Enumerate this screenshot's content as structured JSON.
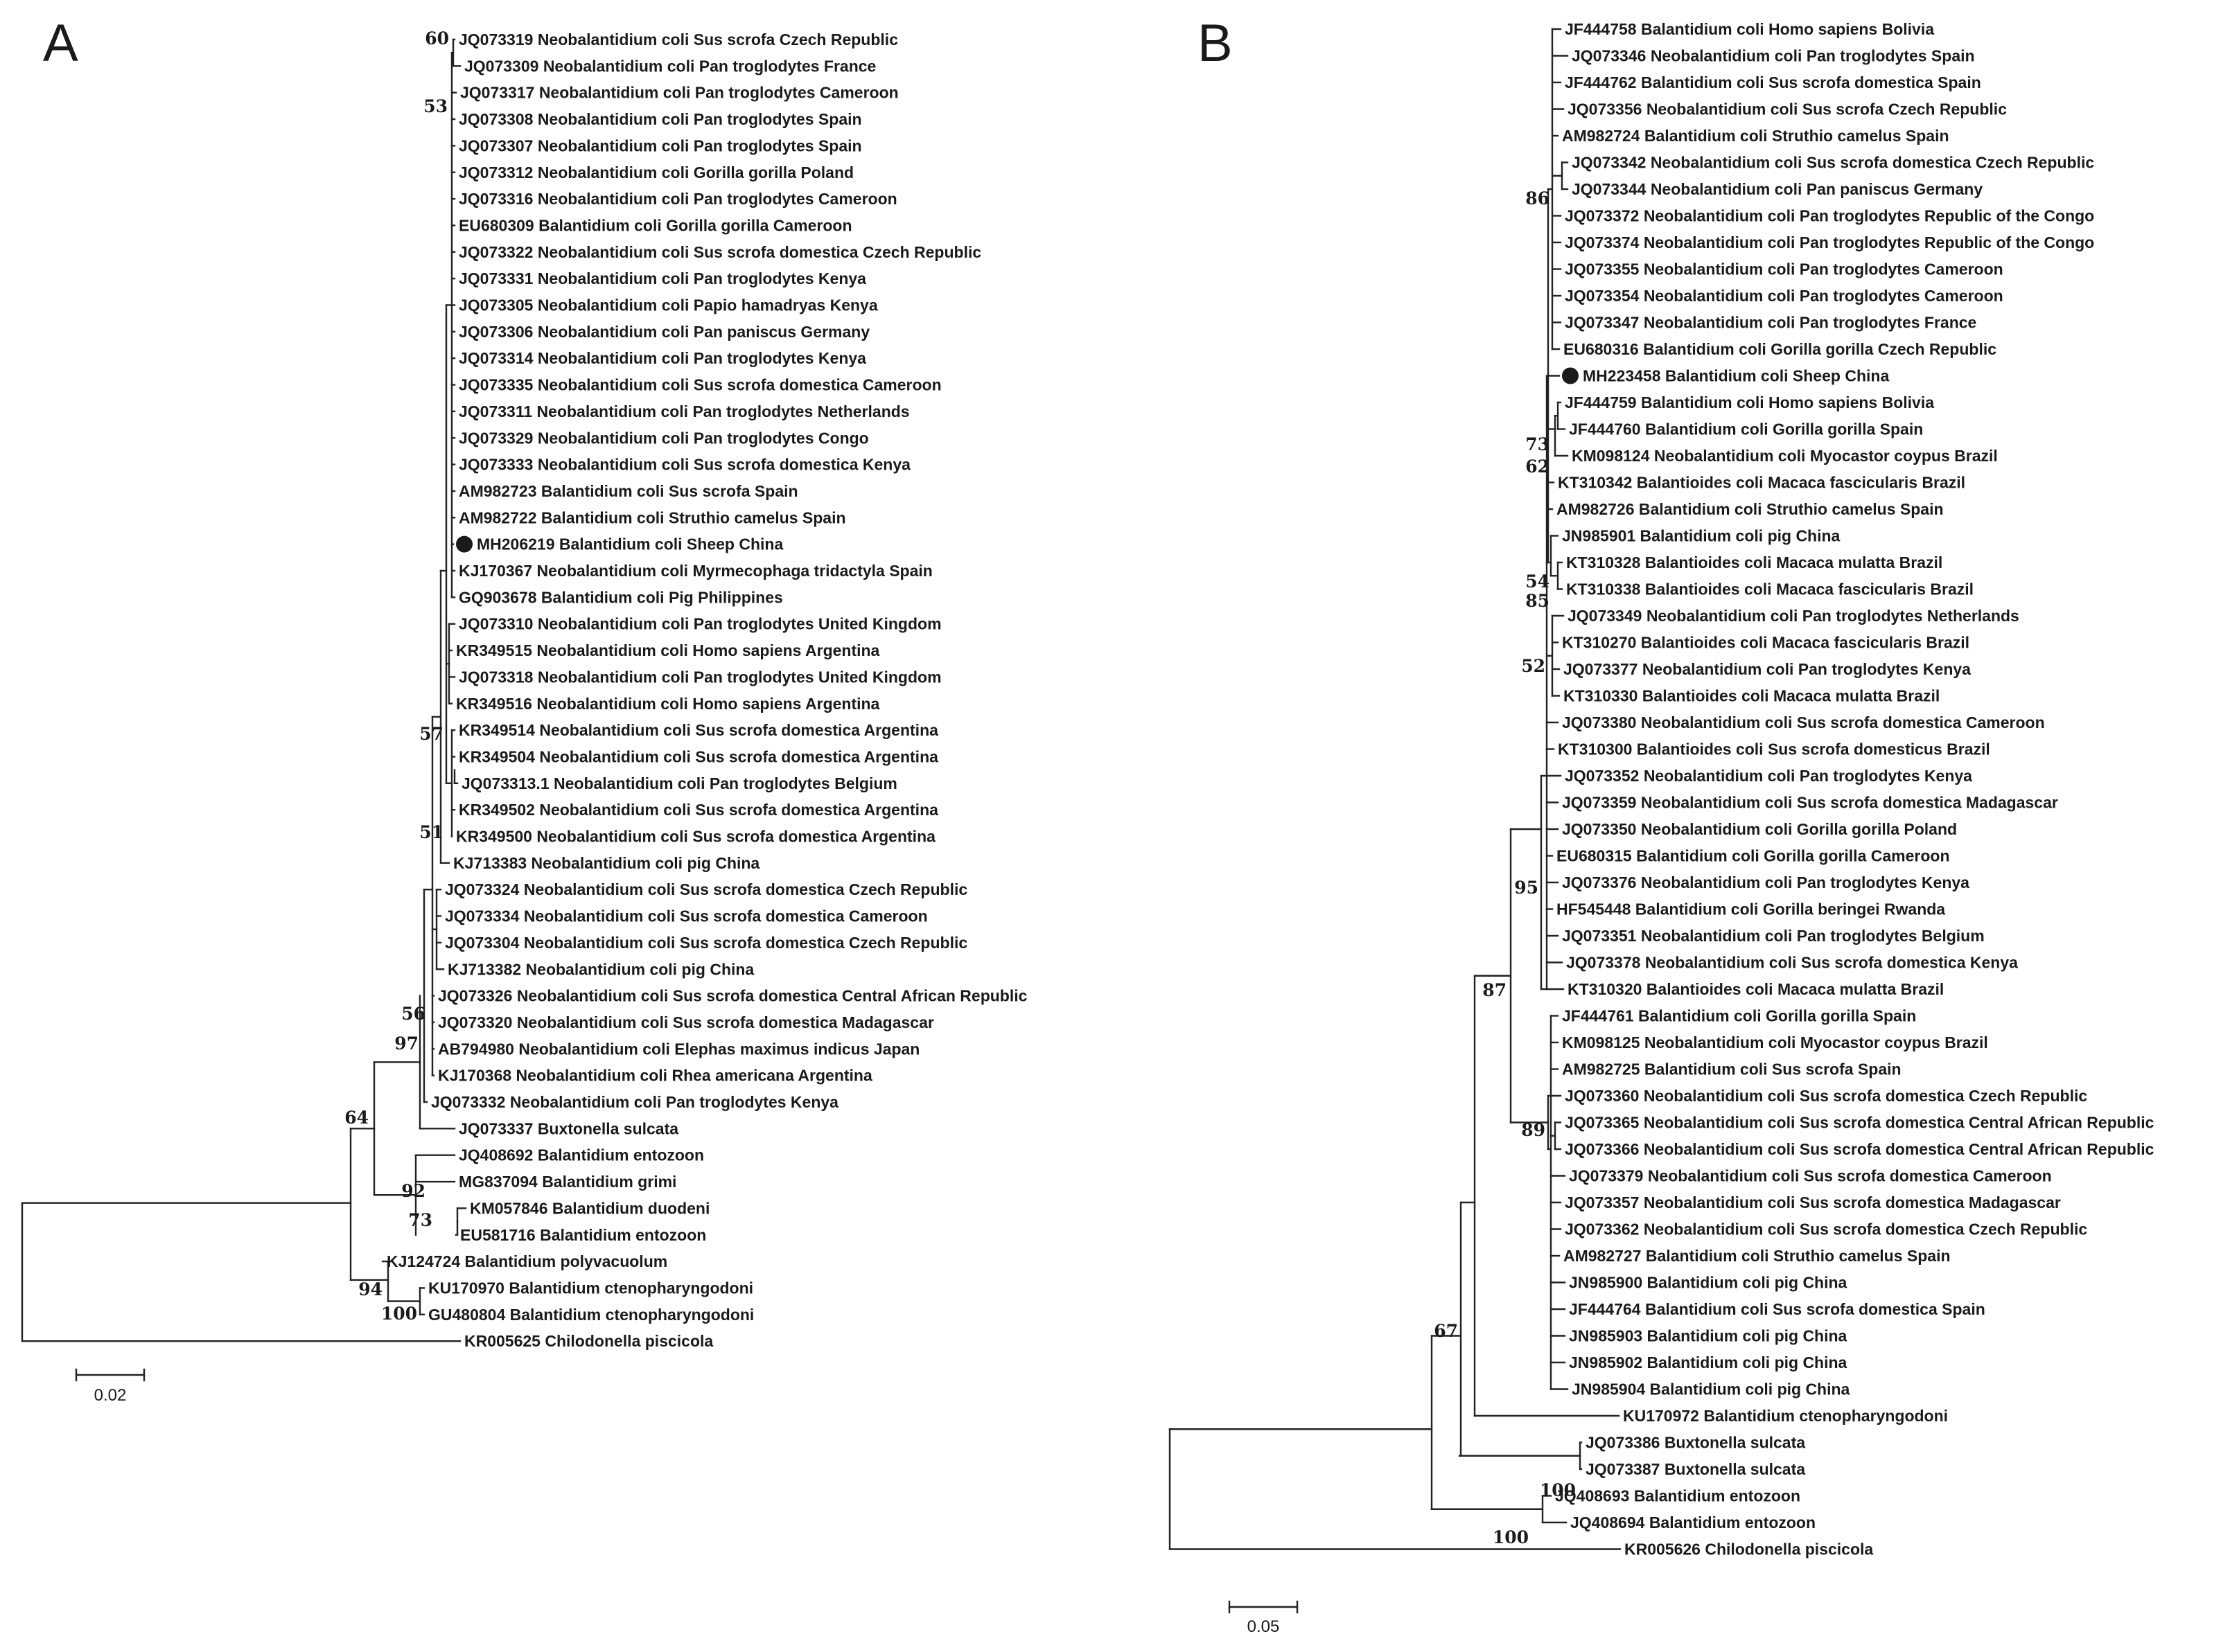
{
  "panels": [
    {
      "letter": "A",
      "scale_label": "0.02",
      "leaves": [
        {
          "id": "JQ073319",
          "taxon": "Neobalantidium coli Sus scrofa Czech Republic"
        },
        {
          "id": "JQ073309",
          "taxon": "Neobalantidium coli Pan troglodytes France"
        },
        {
          "id": "JQ073317",
          "taxon": "Neobalantidium coli Pan troglodytes Cameroon"
        },
        {
          "id": "JQ073308",
          "taxon": "Neobalantidium coli Pan troglodytes Spain"
        },
        {
          "id": "JQ073307",
          "taxon": "Neobalantidium coli Pan troglodytes Spain"
        },
        {
          "id": "JQ073312",
          "taxon": "Neobalantidium coli Gorilla gorilla Poland"
        },
        {
          "id": "JQ073316",
          "taxon": "Neobalantidium coli Pan troglodytes Cameroon"
        },
        {
          "id": "EU680309",
          "taxon": "Balantidium coli Gorilla gorilla Cameroon"
        },
        {
          "id": "JQ073322",
          "taxon": "Neobalantidium coli Sus scrofa domestica Czech Republic"
        },
        {
          "id": "JQ073331",
          "taxon": "Neobalantidium coli Pan troglodytes Kenya"
        },
        {
          "id": "JQ073305",
          "taxon": "Neobalantidium coli Papio hamadryas Kenya"
        },
        {
          "id": "JQ073306",
          "taxon": "Neobalantidium coli Pan paniscus Germany"
        },
        {
          "id": "JQ073314",
          "taxon": "Neobalantidium coli Pan troglodytes Kenya"
        },
        {
          "id": "JQ073335",
          "taxon": "Neobalantidium coli Sus scrofa domestica Cameroon"
        },
        {
          "id": "JQ073311",
          "taxon": "Neobalantidium coli Pan troglodytes Netherlands"
        },
        {
          "id": "JQ073329",
          "taxon": "Neobalantidium coli Pan troglodytes Congo"
        },
        {
          "id": "JQ073333",
          "taxon": "Neobalantidium coli Sus scrofa domestica Kenya"
        },
        {
          "id": "AM982723",
          "taxon": "Balantidium coli Sus scrofa Spain"
        },
        {
          "id": "AM982722",
          "taxon": "Balantidium coli Struthio camelus Spain"
        },
        {
          "id": "MH206219",
          "taxon": "Balantidium coli Sheep China",
          "marked": true
        },
        {
          "id": "KJ170367",
          "taxon": "Neobalantidium coli Myrmecophaga tridactyla Spain"
        },
        {
          "id": "GQ903678",
          "taxon": "Balantidium coli Pig Philippines"
        },
        {
          "id": "JQ073310",
          "taxon": "Neobalantidium coli Pan troglodytes United Kingdom"
        },
        {
          "id": "KR349515",
          "taxon": "Neobalantidium coli Homo sapiens Argentina"
        },
        {
          "id": "JQ073318",
          "taxon": "Neobalantidium coli Pan troglodytes United Kingdom"
        },
        {
          "id": "KR349516",
          "taxon": "Neobalantidium coli Homo sapiens Argentina"
        },
        {
          "id": "KR349514",
          "taxon": "Neobalantidium coli Sus scrofa domestica Argentina"
        },
        {
          "id": "KR349504",
          "taxon": "Neobalantidium coli Sus scrofa domestica Argentina"
        },
        {
          "id": "JQ073313.1",
          "taxon": "Neobalantidium coli Pan troglodytes Belgium"
        },
        {
          "id": "KR349502",
          "taxon": "Neobalantidium coli Sus scrofa domestica Argentina"
        },
        {
          "id": "KR349500",
          "taxon": "Neobalantidium coli Sus scrofa domestica Argentina"
        },
        {
          "id": "KJ713383",
          "taxon": "Neobalantidium coli pig China"
        },
        {
          "id": "JQ073324",
          "taxon": "Neobalantidium coli Sus scrofa domestica Czech Republic"
        },
        {
          "id": "JQ073334",
          "taxon": "Neobalantidium coli Sus scrofa domestica Cameroon"
        },
        {
          "id": "JQ073304",
          "taxon": "Neobalantidium coli Sus scrofa domestica Czech Republic"
        },
        {
          "id": "KJ713382",
          "taxon": "Neobalantidium coli pig China"
        },
        {
          "id": "JQ073326",
          "taxon": "Neobalantidium coli Sus scrofa domestica Central African Republic"
        },
        {
          "id": "JQ073320",
          "taxon": "Neobalantidium coli Sus scrofa domestica Madagascar"
        },
        {
          "id": "AB794980",
          "taxon": "Neobalantidium coli Elephas maximus indicus Japan"
        },
        {
          "id": "KJ170368",
          "taxon": "Neobalantidium coli Rhea americana Argentina"
        },
        {
          "id": "JQ073332",
          "taxon": "Neobalantidium coli Pan troglodytes Kenya"
        },
        {
          "id": "JQ073337",
          "taxon": "Buxtonella sulcata"
        },
        {
          "id": "JQ408692",
          "taxon": "Balantidium entozoon"
        },
        {
          "id": "MG837094",
          "taxon": "Balantidium grimi"
        },
        {
          "id": "KM057846",
          "taxon": "Balantidium duodeni"
        },
        {
          "id": "EU581716",
          "taxon": "Balantidium entozoon"
        },
        {
          "id": "KJ124724",
          "taxon": "Balantidium polyvacuolum"
        },
        {
          "id": "KU170970",
          "taxon": "Balantidium ctenopharyngodoni"
        },
        {
          "id": "GU480804",
          "taxon": "Balantidium ctenopharyngodoni"
        },
        {
          "id": "KR005625",
          "taxon": "Chilodonella piscicola"
        }
      ],
      "bootstrap": [
        "60",
        "53",
        "57",
        "51",
        "56",
        "97",
        "64",
        "92",
        "73",
        "94",
        "100"
      ]
    },
    {
      "letter": "B",
      "scale_label": "0.05",
      "leaves": [
        {
          "id": "JF444758",
          "taxon": "Balantidium coli Homo sapiens Bolivia"
        },
        {
          "id": "JQ073346",
          "taxon": "Neobalantidium coli Pan troglodytes Spain"
        },
        {
          "id": "JF444762",
          "taxon": "Balantidium coli Sus scrofa domestica Spain"
        },
        {
          "id": "JQ073356",
          "taxon": "Neobalantidium coli Sus scrofa Czech Republic"
        },
        {
          "id": "AM982724",
          "taxon": "Balantidium coli Struthio camelus Spain"
        },
        {
          "id": "JQ073342",
          "taxon": "Neobalantidium coli Sus scrofa domestica Czech Republic"
        },
        {
          "id": "JQ073344",
          "taxon": "Neobalantidium coli Pan paniscus Germany"
        },
        {
          "id": "JQ073372",
          "taxon": "Neobalantidium coli Pan troglodytes Republic of the Congo"
        },
        {
          "id": "JQ073374",
          "taxon": "Neobalantidium coli Pan troglodytes Republic of the Congo"
        },
        {
          "id": "JQ073355",
          "taxon": "Neobalantidium coli Pan troglodytes Cameroon"
        },
        {
          "id": "JQ073354",
          "taxon": "Neobalantidium coli Pan troglodytes Cameroon"
        },
        {
          "id": "JQ073347",
          "taxon": "Neobalantidium coli Pan troglodytes France"
        },
        {
          "id": "EU680316",
          "taxon": "Balantidium coli Gorilla gorilla Czech Republic"
        },
        {
          "id": "MH223458",
          "taxon": "Balantidium coli Sheep China",
          "marked": true
        },
        {
          "id": "JF444759",
          "taxon": "Balantidium coli Homo sapiens Bolivia"
        },
        {
          "id": "JF444760",
          "taxon": "Balantidium coli Gorilla gorilla Spain"
        },
        {
          "id": "KM098124",
          "taxon": "Neobalantidium coli Myocastor coypus Brazil"
        },
        {
          "id": "KT310342",
          "taxon": "Balantioides coli Macaca fascicularis Brazil"
        },
        {
          "id": "AM982726",
          "taxon": "Balantidium coli Struthio camelus Spain"
        },
        {
          "id": "JN985901",
          "taxon": "Balantidium coli pig China"
        },
        {
          "id": "KT310328",
          "taxon": "Balantioides coli Macaca mulatta Brazil"
        },
        {
          "id": "KT310338",
          "taxon": "Balantioides coli Macaca fascicularis Brazil"
        },
        {
          "id": "JQ073349",
          "taxon": "Neobalantidium coli Pan troglodytes Netherlands"
        },
        {
          "id": "KT310270",
          "taxon": "Balantioides coli Macaca fascicularis Brazil"
        },
        {
          "id": "JQ073377",
          "taxon": "Neobalantidium coli Pan troglodytes Kenya"
        },
        {
          "id": "KT310330",
          "taxon": "Balantioides coli Macaca mulatta Brazil"
        },
        {
          "id": "JQ073380",
          "taxon": "Neobalantidium coli Sus scrofa domestica Cameroon"
        },
        {
          "id": "KT310300",
          "taxon": "Balantioides coli Sus scrofa domesticus Brazil"
        },
        {
          "id": "JQ073352",
          "taxon": "Neobalantidium coli Pan troglodytes Kenya"
        },
        {
          "id": "JQ073359",
          "taxon": "Neobalantidium coli Sus scrofa domestica Madagascar"
        },
        {
          "id": "JQ073350",
          "taxon": "Neobalantidium coli Gorilla gorilla Poland"
        },
        {
          "id": "EU680315",
          "taxon": "Balantidium coli Gorilla gorilla Cameroon"
        },
        {
          "id": "JQ073376",
          "taxon": "Neobalantidium coli Pan troglodytes Kenya"
        },
        {
          "id": "HF545448",
          "taxon": "Balantidium coli Gorilla beringei Rwanda"
        },
        {
          "id": "JQ073351",
          "taxon": "Neobalantidium coli Pan troglodytes Belgium"
        },
        {
          "id": "JQ073378",
          "taxon": "Neobalantidium coli Sus scrofa domestica Kenya"
        },
        {
          "id": "KT310320",
          "taxon": "Balantioides coli Macaca mulatta Brazil"
        },
        {
          "id": "JF444761",
          "taxon": "Balantidium coli Gorilla gorilla Spain"
        },
        {
          "id": "KM098125",
          "taxon": "Neobalantidium coli Myocastor coypus Brazil"
        },
        {
          "id": "AM982725",
          "taxon": "Balantidium coli Sus scrofa Spain"
        },
        {
          "id": "JQ073360",
          "taxon": "Neobalantidium coli Sus scrofa domestica Czech Republic"
        },
        {
          "id": "JQ073365",
          "taxon": "Neobalantidium coli Sus scrofa domestica Central African Republic"
        },
        {
          "id": "JQ073366",
          "taxon": "Neobalantidium coli Sus scrofa domestica Central African Republic"
        },
        {
          "id": "JQ073379",
          "taxon": "Neobalantidium coli Sus scrofa domestica Cameroon"
        },
        {
          "id": "JQ073357",
          "taxon": "Neobalantidium coli Sus scrofa domestica Madagascar"
        },
        {
          "id": "JQ073362",
          "taxon": "Neobalantidium coli Sus scrofa domestica Czech Republic"
        },
        {
          "id": "AM982727",
          "taxon": "Balantidium coli Struthio camelus Spain"
        },
        {
          "id": "JN985900",
          "taxon": "Balantidium coli pig China"
        },
        {
          "id": "JF444764",
          "taxon": "Balantidium coli Sus scrofa domestica Spain"
        },
        {
          "id": "JN985903",
          "taxon": "Balantidium coli pig China"
        },
        {
          "id": "JN985902",
          "taxon": "Balantidium coli pig China"
        },
        {
          "id": "JN985904",
          "taxon": "Balantidium coli pig China"
        },
        {
          "id": "KU170972",
          "taxon": "Balantidium ctenopharyngodoni"
        },
        {
          "id": "JQ073386",
          "taxon": "Buxtonella sulcata"
        },
        {
          "id": "JQ073387",
          "taxon": "Buxtonella sulcata"
        },
        {
          "id": "JQ408693",
          "taxon": "Balantidium entozoon"
        },
        {
          "id": "JQ408694",
          "taxon": "Balantidium entozoon"
        },
        {
          "id": "KR005626",
          "taxon": "Chilodonella piscicola"
        }
      ],
      "bootstrap": [
        "86",
        "73",
        "62",
        "54",
        "85",
        "52",
        "95",
        "87",
        "89",
        "67",
        "100",
        "100"
      ]
    }
  ]
}
